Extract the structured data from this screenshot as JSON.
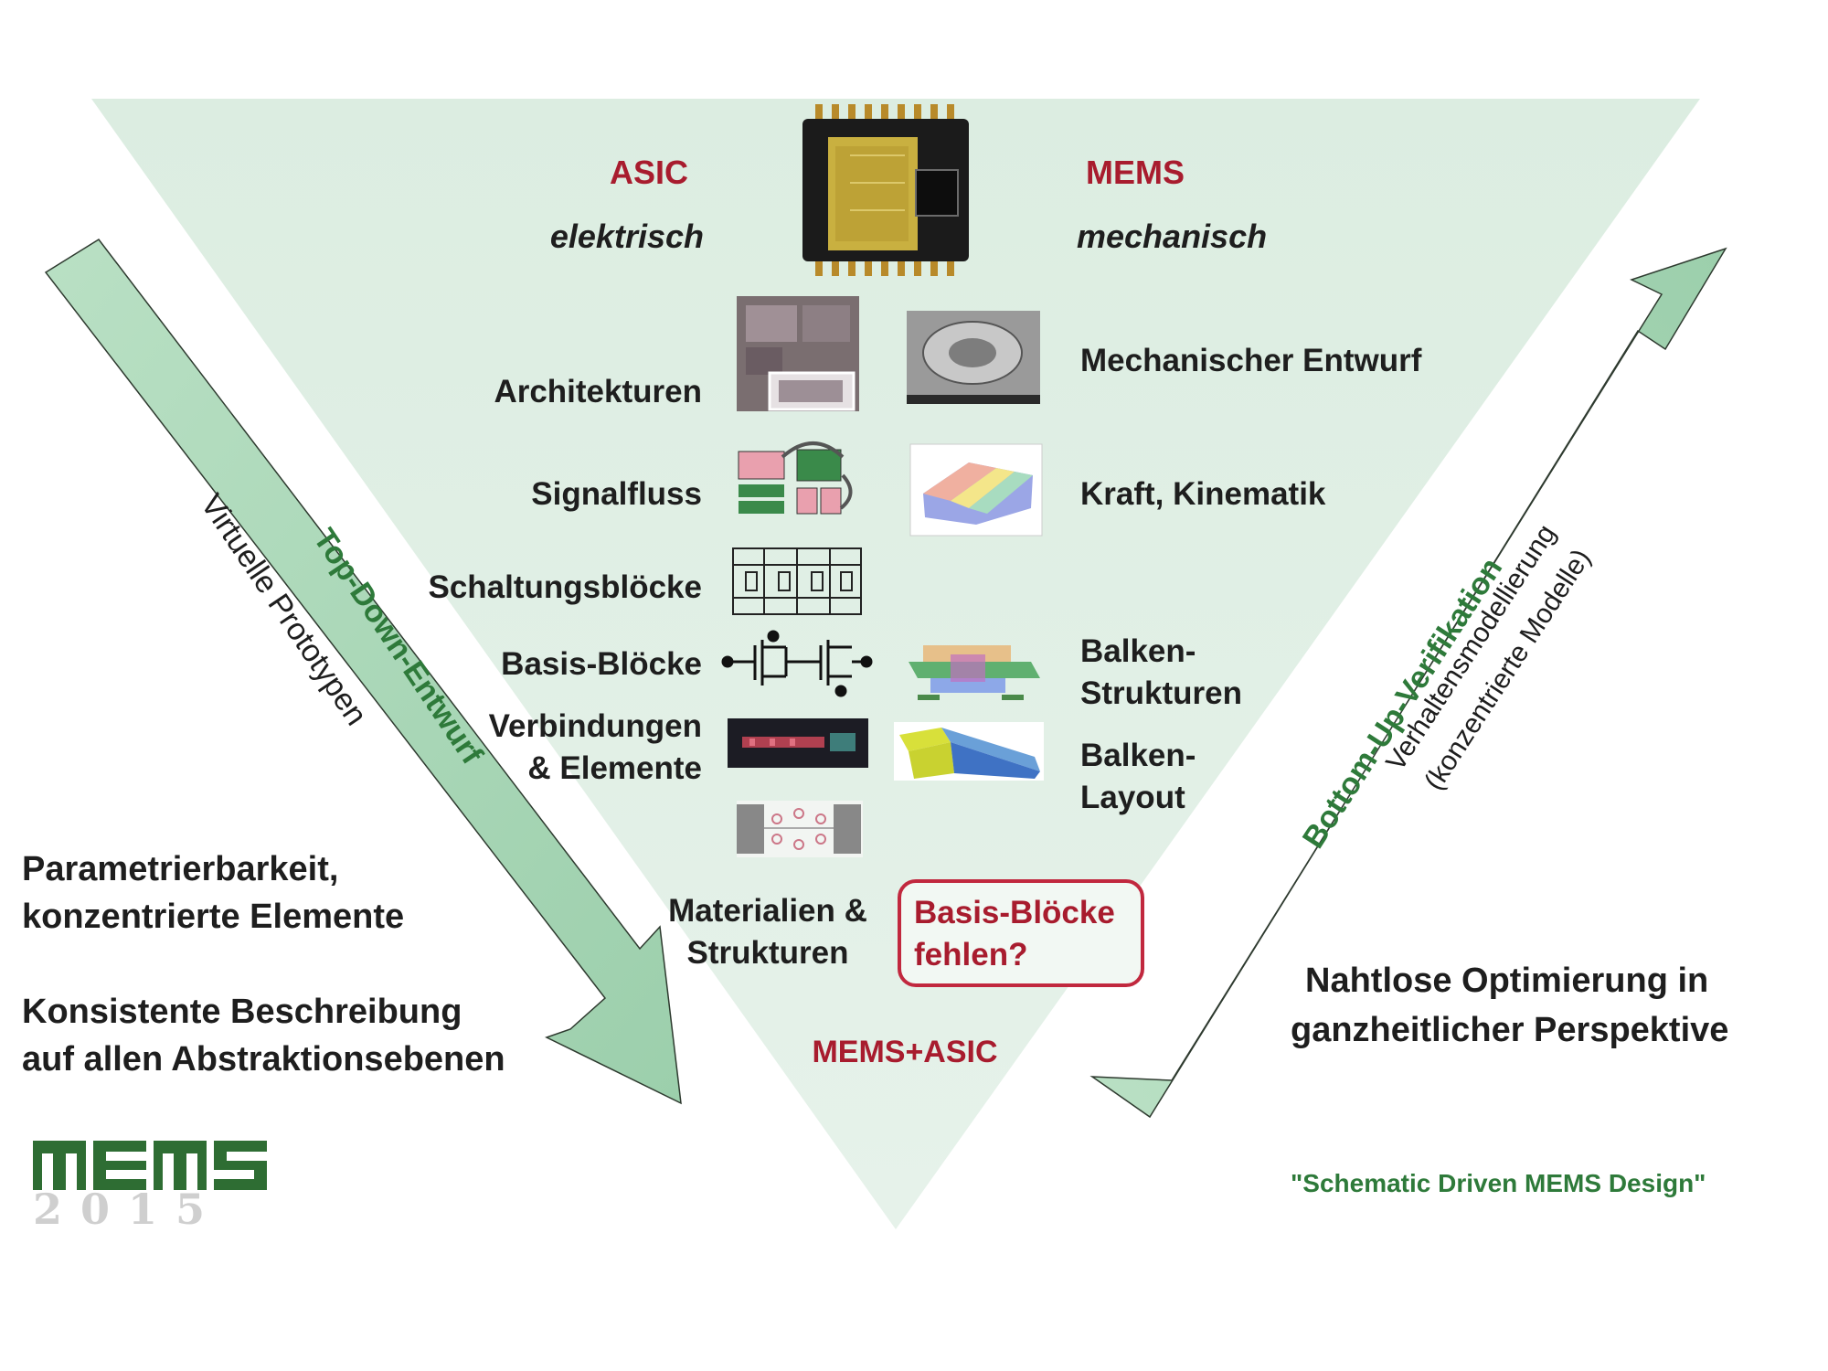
{
  "asic": {
    "title": "ASIC",
    "subtitle": "elektrisch"
  },
  "mems": {
    "title": "MEMS",
    "subtitle": "mechanisch"
  },
  "left_levels": {
    "architekturen": "Architekturen",
    "signalfluss": "Signalfluss",
    "schaltungsbloecke": "Schaltungsblöcke",
    "basis_bloecke": "Basis-Blöcke",
    "verbindungen_1": "Verbindungen",
    "verbindungen_2": "& Elemente"
  },
  "right_levels": {
    "mech_entwurf": "Mechanischer Entwurf",
    "kraft": "Kraft, Kinematik",
    "balken_strukturen_1": "Balken-",
    "balken_strukturen_2": "Strukturen",
    "balken_layout_1": "Balken-",
    "balken_layout_2": "Layout"
  },
  "materialien": {
    "line1": "Materialien &",
    "line2": "Strukturen"
  },
  "basis_fehlen": {
    "line1": "Basis-Blöcke",
    "line2": "fehlen?"
  },
  "bottom_label": "MEMS+ASIC",
  "top_down": {
    "arrow_label": "Top-Down-Entwurf",
    "side_label": "Virtuelle Prototypen"
  },
  "bottom_up": {
    "arrow_label": "Bottom-Up-Verifikation",
    "side_line1": "Verhaltensmodellierung",
    "side_line2": "(konzentrierte Modelle)"
  },
  "left_text": {
    "p1_line1": "Parametrierbarkeit,",
    "p1_line2": "konzentrierte Elemente",
    "p2_line1": "Konsistente Beschreibung",
    "p2_line2": "auf allen Abstraktionsebenen"
  },
  "right_text": {
    "line1": "Nahtlose Optimierung in",
    "line2": "ganzheitlicher Perspektive"
  },
  "tagline": "\"Schematic Driven MEMS Design\"",
  "logo": {
    "word": "MEMS",
    "year": "2015"
  },
  "colors": {
    "triangle": "#dfeee4",
    "arrow": "#a9d5b6",
    "accent_red": "#a81c2e",
    "green_text": "#2e7a3a"
  }
}
